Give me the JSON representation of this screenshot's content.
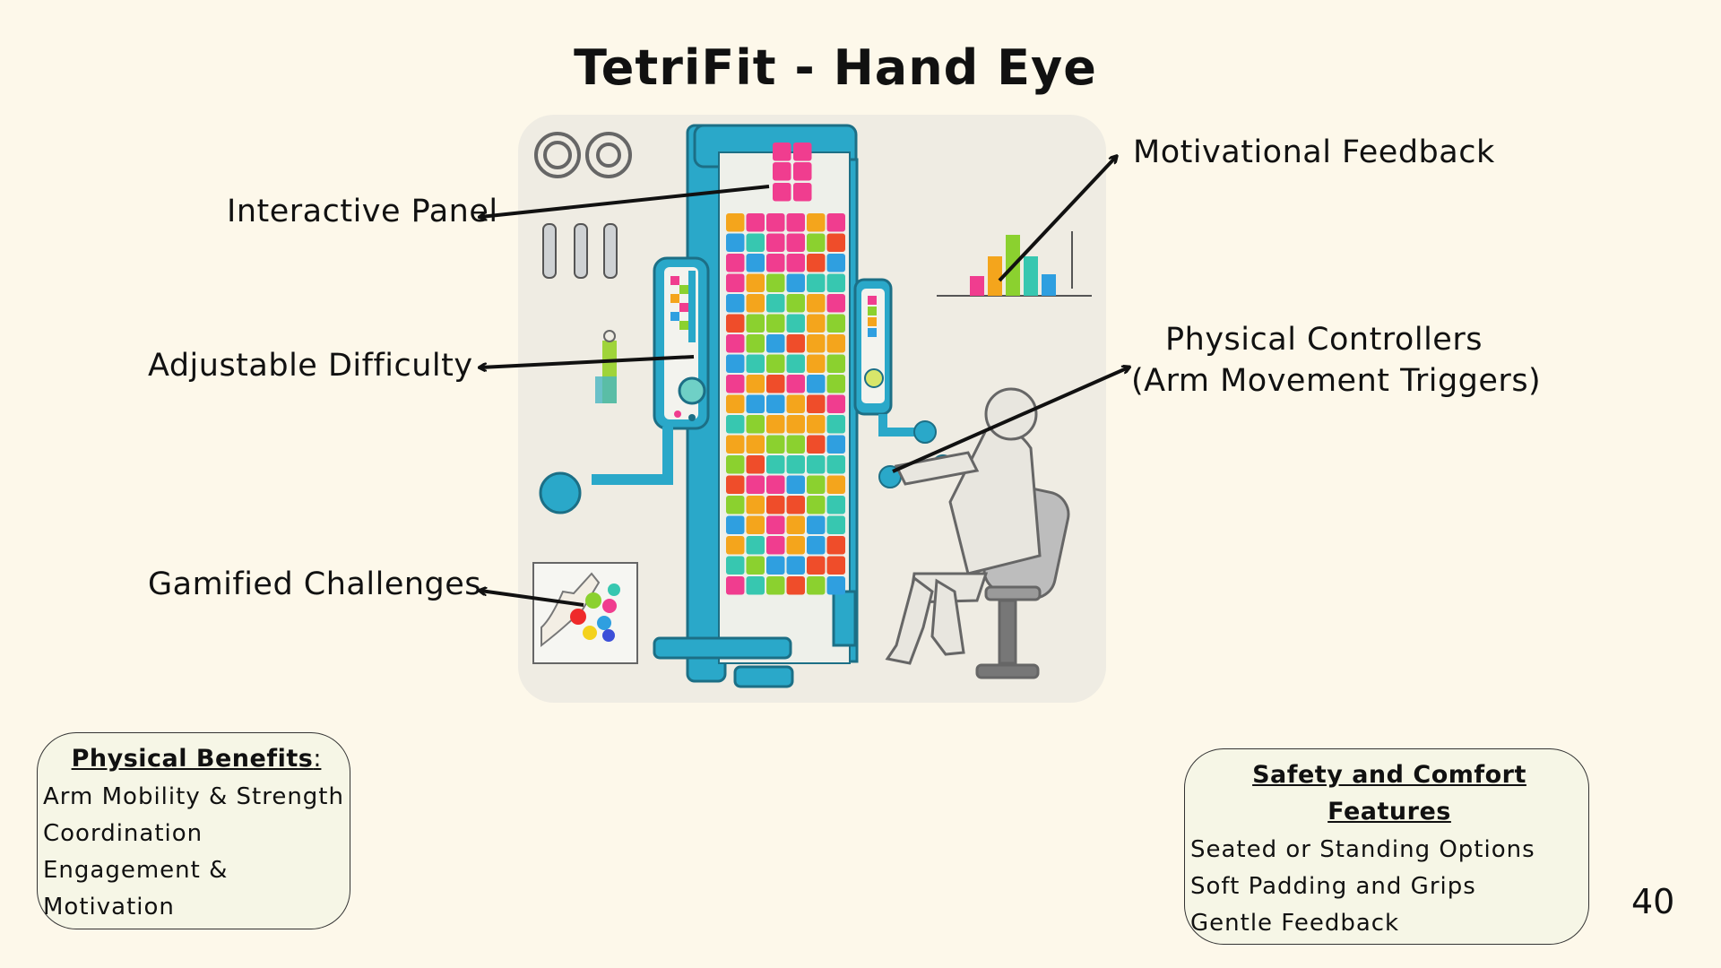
{
  "title": "TetriFit - Hand Eye",
  "labels": {
    "interactive_panel": "Interactive Panel",
    "adjustable_difficulty": "Adjustable Difficulty",
    "gamified_challenges": "Gamified Challenges",
    "motivational_feedback": "Motivational Feedback",
    "physical_controllers_line1": "Physical Controllers",
    "physical_controllers_line2": "(Arm Movement Triggers)"
  },
  "physical_benefits": {
    "title": "Physical Benefits",
    "title_suffix": ":",
    "items": [
      "Arm Mobility & Strength",
      "Coordination",
      "Engagement & Motivation"
    ]
  },
  "safety": {
    "title": "Safety and Comfort Features",
    "items": [
      "Seated or Standing Options",
      "Soft Padding and Grips",
      "Gentle Feedback"
    ]
  },
  "page_number": "40",
  "colors": {
    "background": "#fdf8ea",
    "frame": "#2aa8c9",
    "tiles": [
      "#2f9fe0",
      "#8bd12f",
      "#f4a51c",
      "#f03d8f",
      "#ef4d2a",
      "#37c7b0"
    ]
  }
}
